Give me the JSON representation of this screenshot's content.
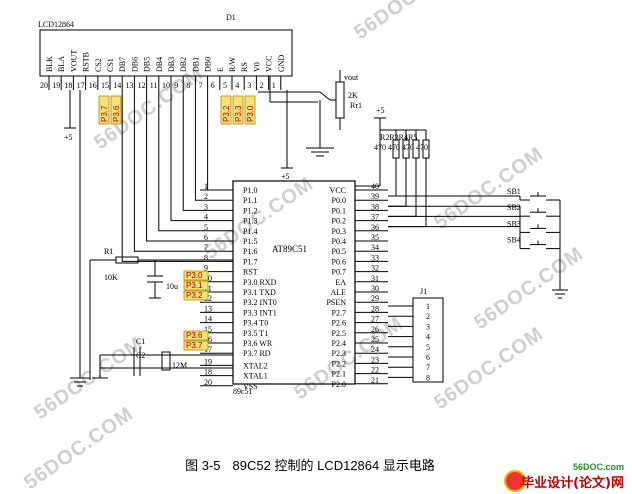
{
  "lcd": {
    "label": "LCD12864",
    "designator": "D1",
    "pins": [
      "BLK",
      "BLA",
      "VOUT",
      "RSTB",
      "CS2",
      "CS1",
      "DB7",
      "DB6",
      "DB5",
      "DB4",
      "DB3",
      "DB2",
      "DB1",
      "DB0",
      "E",
      "R/W",
      "RS",
      "V0",
      "VCC",
      "GND"
    ],
    "pin_numbers": [
      "20",
      "19",
      "18",
      "17",
      "16",
      "15",
      "14",
      "13",
      "12",
      "11",
      "10",
      "9",
      "8",
      "7",
      "6",
      "5",
      "4",
      "3",
      "2",
      "1"
    ]
  },
  "mcu": {
    "part": "AT89C51",
    "footer": "89c51",
    "left_pins": [
      {
        "num": "1",
        "name": "P1.0"
      },
      {
        "num": "2",
        "name": "P1.1"
      },
      {
        "num": "3",
        "name": "P1.2"
      },
      {
        "num": "4",
        "name": "P1.3"
      },
      {
        "num": "5",
        "name": "P1.4"
      },
      {
        "num": "6",
        "name": "P1.5"
      },
      {
        "num": "7",
        "name": "P1.6"
      },
      {
        "num": "8",
        "name": "P1.7"
      },
      {
        "num": "9",
        "name": "RST"
      },
      {
        "num": "10",
        "name": "P3.0 RXD"
      },
      {
        "num": "11",
        "name": "P3.1 TXD"
      },
      {
        "num": "12",
        "name": "P3.2 INT0"
      },
      {
        "num": "13",
        "name": "P3.3 INT1"
      },
      {
        "num": "14",
        "name": "P3.4 T0"
      },
      {
        "num": "15",
        "name": "P3.5 T1"
      },
      {
        "num": "16",
        "name": "P3.6 WR"
      },
      {
        "num": "17",
        "name": "P3.7 RD"
      },
      {
        "num": "19",
        "name": "XTAL2"
      },
      {
        "num": "18",
        "name": "XTAL1"
      },
      {
        "num": "20",
        "name": "VSS"
      }
    ],
    "right_pins": [
      {
        "num": "40",
        "name": "VCC"
      },
      {
        "num": "39",
        "name": "P0.0"
      },
      {
        "num": "38",
        "name": "P0.1"
      },
      {
        "num": "37",
        "name": "P0.2"
      },
      {
        "num": "36",
        "name": "P0.3"
      },
      {
        "num": "35",
        "name": "P0.4"
      },
      {
        "num": "34",
        "name": "P0.5"
      },
      {
        "num": "33",
        "name": "P0.6"
      },
      {
        "num": "32",
        "name": "P0.7"
      },
      {
        "num": "31",
        "name": "EA"
      },
      {
        "num": "30",
        "name": "ALE"
      },
      {
        "num": "29",
        "name": "PSEN"
      },
      {
        "num": "28",
        "name": "P2.7"
      },
      {
        "num": "27",
        "name": "P2.6"
      },
      {
        "num": "26",
        "name": "P2.5"
      },
      {
        "num": "25",
        "name": "P2.4"
      },
      {
        "num": "24",
        "name": "P2.3"
      },
      {
        "num": "23",
        "name": "P2.2"
      },
      {
        "num": "22",
        "name": "P2.1"
      },
      {
        "num": "21",
        "name": "P2.0"
      }
    ]
  },
  "net_labels": {
    "lcd_side": [
      "P3.7",
      "P3.6",
      "P3.2",
      "P3.3",
      "P3.0"
    ],
    "mcu_side": [
      "P3.0",
      "P3.1",
      "P3.2",
      "P3.6",
      "P3.7"
    ]
  },
  "components": {
    "r1": "R1",
    "r1_value": "10K",
    "c_reset": "10u",
    "c1": "C1",
    "c2": "C2",
    "crystal": "12M",
    "rp": "R2R3R4R5",
    "rp_values": "470 470 470 470",
    "pot": "Rr1",
    "pot_value": "2K",
    "vout": "vout",
    "j1": "J1",
    "j1_pins": [
      "1",
      "2",
      "3",
      "4",
      "5",
      "6",
      "7",
      "8"
    ],
    "switches": [
      "SB1",
      "SB2",
      "SB3",
      "SB4"
    ],
    "vcc": "+5"
  },
  "watermark": "56DOC.COM",
  "caption": {
    "fig": "图 3-5",
    "text": "89C52 控制的 LCD12864 显示电路"
  },
  "logo": {
    "site": "56DOC.com",
    "brand": "毕业设计(论文)网"
  }
}
